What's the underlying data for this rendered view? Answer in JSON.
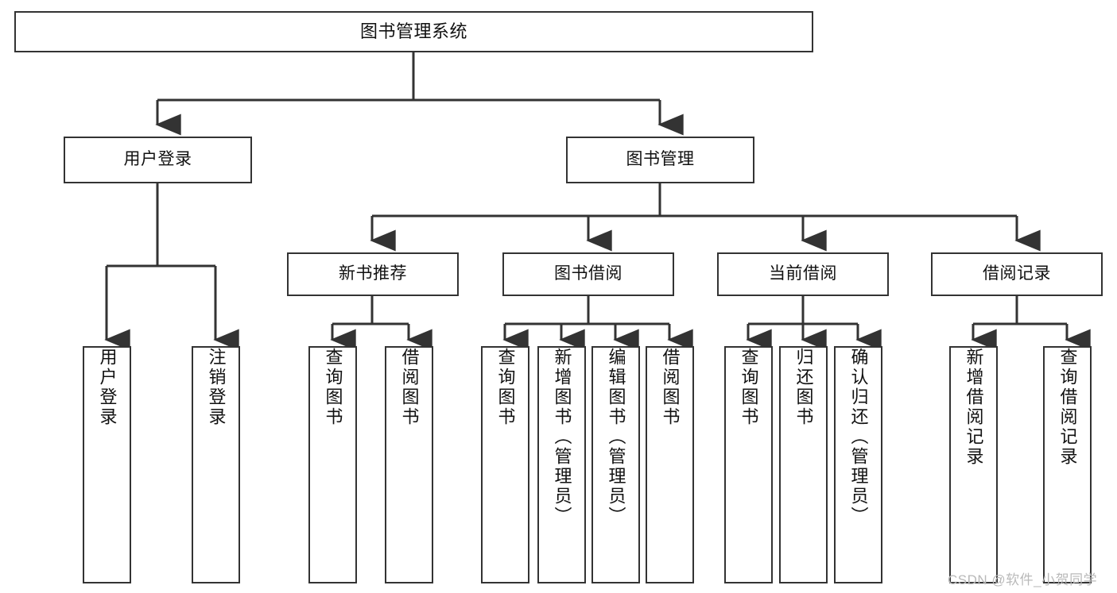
{
  "diagram": {
    "type": "tree",
    "title": "图书管理系统",
    "watermark": "CSDN @软件_小贺同学",
    "colors": {
      "border": "#333333",
      "background": "#ffffff",
      "text": "#111111",
      "connector": "#333333",
      "watermark": "#b9b9b9"
    },
    "nodes": {
      "root": {
        "label": "图书管理系统"
      },
      "level2": [
        {
          "id": "user-login",
          "label": "用户登录"
        },
        {
          "id": "book-management",
          "label": "图书管理"
        }
      ],
      "level3": [
        {
          "id": "new-book-recommend",
          "label": "新书推荐"
        },
        {
          "id": "book-borrow",
          "label": "图书借阅"
        },
        {
          "id": "current-borrow",
          "label": "当前借阅"
        },
        {
          "id": "borrow-record",
          "label": "借阅记录"
        }
      ],
      "leaves": {
        "user-login": [
          {
            "id": "leaf-user-login",
            "label": "用户登录"
          },
          {
            "id": "leaf-logout-login",
            "label": "注销登录"
          }
        ],
        "new-book-recommend": [
          {
            "id": "leaf-query-book-1",
            "label": "查询图书"
          },
          {
            "id": "leaf-borrow-book-1",
            "label": "借阅图书"
          }
        ],
        "book-borrow": [
          {
            "id": "leaf-query-book-2",
            "label": "查询图书"
          },
          {
            "id": "leaf-add-book",
            "label": "新增图书（管理员）"
          },
          {
            "id": "leaf-edit-book",
            "label": "编辑图书（管理员）"
          },
          {
            "id": "leaf-borrow-book-2",
            "label": "借阅图书"
          }
        ],
        "current-borrow": [
          {
            "id": "leaf-query-book-3",
            "label": "查询图书"
          },
          {
            "id": "leaf-return-book",
            "label": "归还图书"
          },
          {
            "id": "leaf-confirm-return",
            "label": "确认归还（管理员）"
          }
        ],
        "borrow-record": [
          {
            "id": "leaf-add-record",
            "label": "新增借阅记录"
          },
          {
            "id": "leaf-query-record",
            "label": "查询借阅记录"
          }
        ]
      }
    }
  }
}
